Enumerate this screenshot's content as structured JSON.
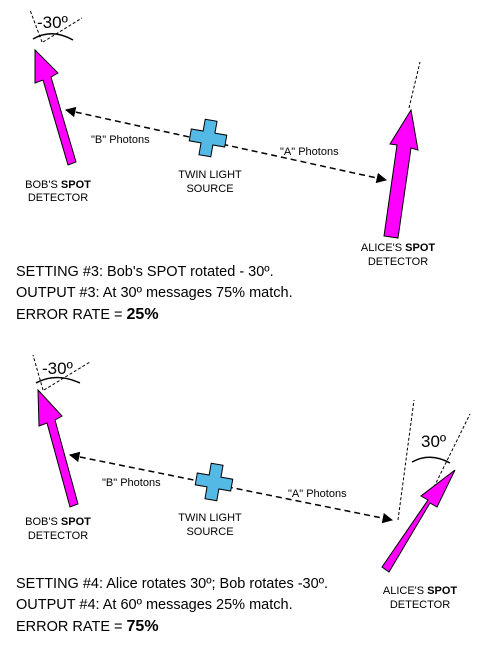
{
  "colors": {
    "arrow": "#ff00ff",
    "source": "#55b9e6",
    "ink": "#000000"
  },
  "panels": [
    {
      "bob_angle": "-30º",
      "bob_rotation_deg": -30,
      "photon_b": "\"B\" Photons",
      "photon_a": "\"A\" Photons",
      "source_line1": "TWIN LIGHT",
      "source_line2": "SOURCE",
      "bob_line1_pre": "BOB'S ",
      "bob_line1_bold": "SPOT",
      "bob_line2": "DETECTOR",
      "alice_line1_pre": "ALICE'S ",
      "alice_line1_bold": "SPOT",
      "alice_line2": "DETECTOR",
      "setting": "SETTING #3: Bob's SPOT rotated - 30º.",
      "output": "OUTPUT #3: At 30º messages 75% match.",
      "error_label": "ERROR RATE = ",
      "error_value": "25%"
    },
    {
      "bob_angle": "-30º",
      "bob_rotation_deg": -30,
      "alice_angle": "30º",
      "alice_rotation_deg": 30,
      "photon_b": "\"B\" Photons",
      "photon_a": "\"A\" Photons",
      "source_line1": "TWIN LIGHT",
      "source_line2": "SOURCE",
      "bob_line1_pre": "BOB'S ",
      "bob_line1_bold": "SPOT",
      "bob_line2": "DETECTOR",
      "alice_line1_pre": "ALICE'S ",
      "alice_line1_bold": "SPOT",
      "alice_line2": "DETECTOR",
      "setting": "SETTING #4: Alice rotates 30º; Bob rotates -30º.",
      "output": "OUTPUT #4: At 60º messages 25% match.",
      "error_label": "ERROR RATE  = ",
      "error_value": "75%"
    }
  ]
}
